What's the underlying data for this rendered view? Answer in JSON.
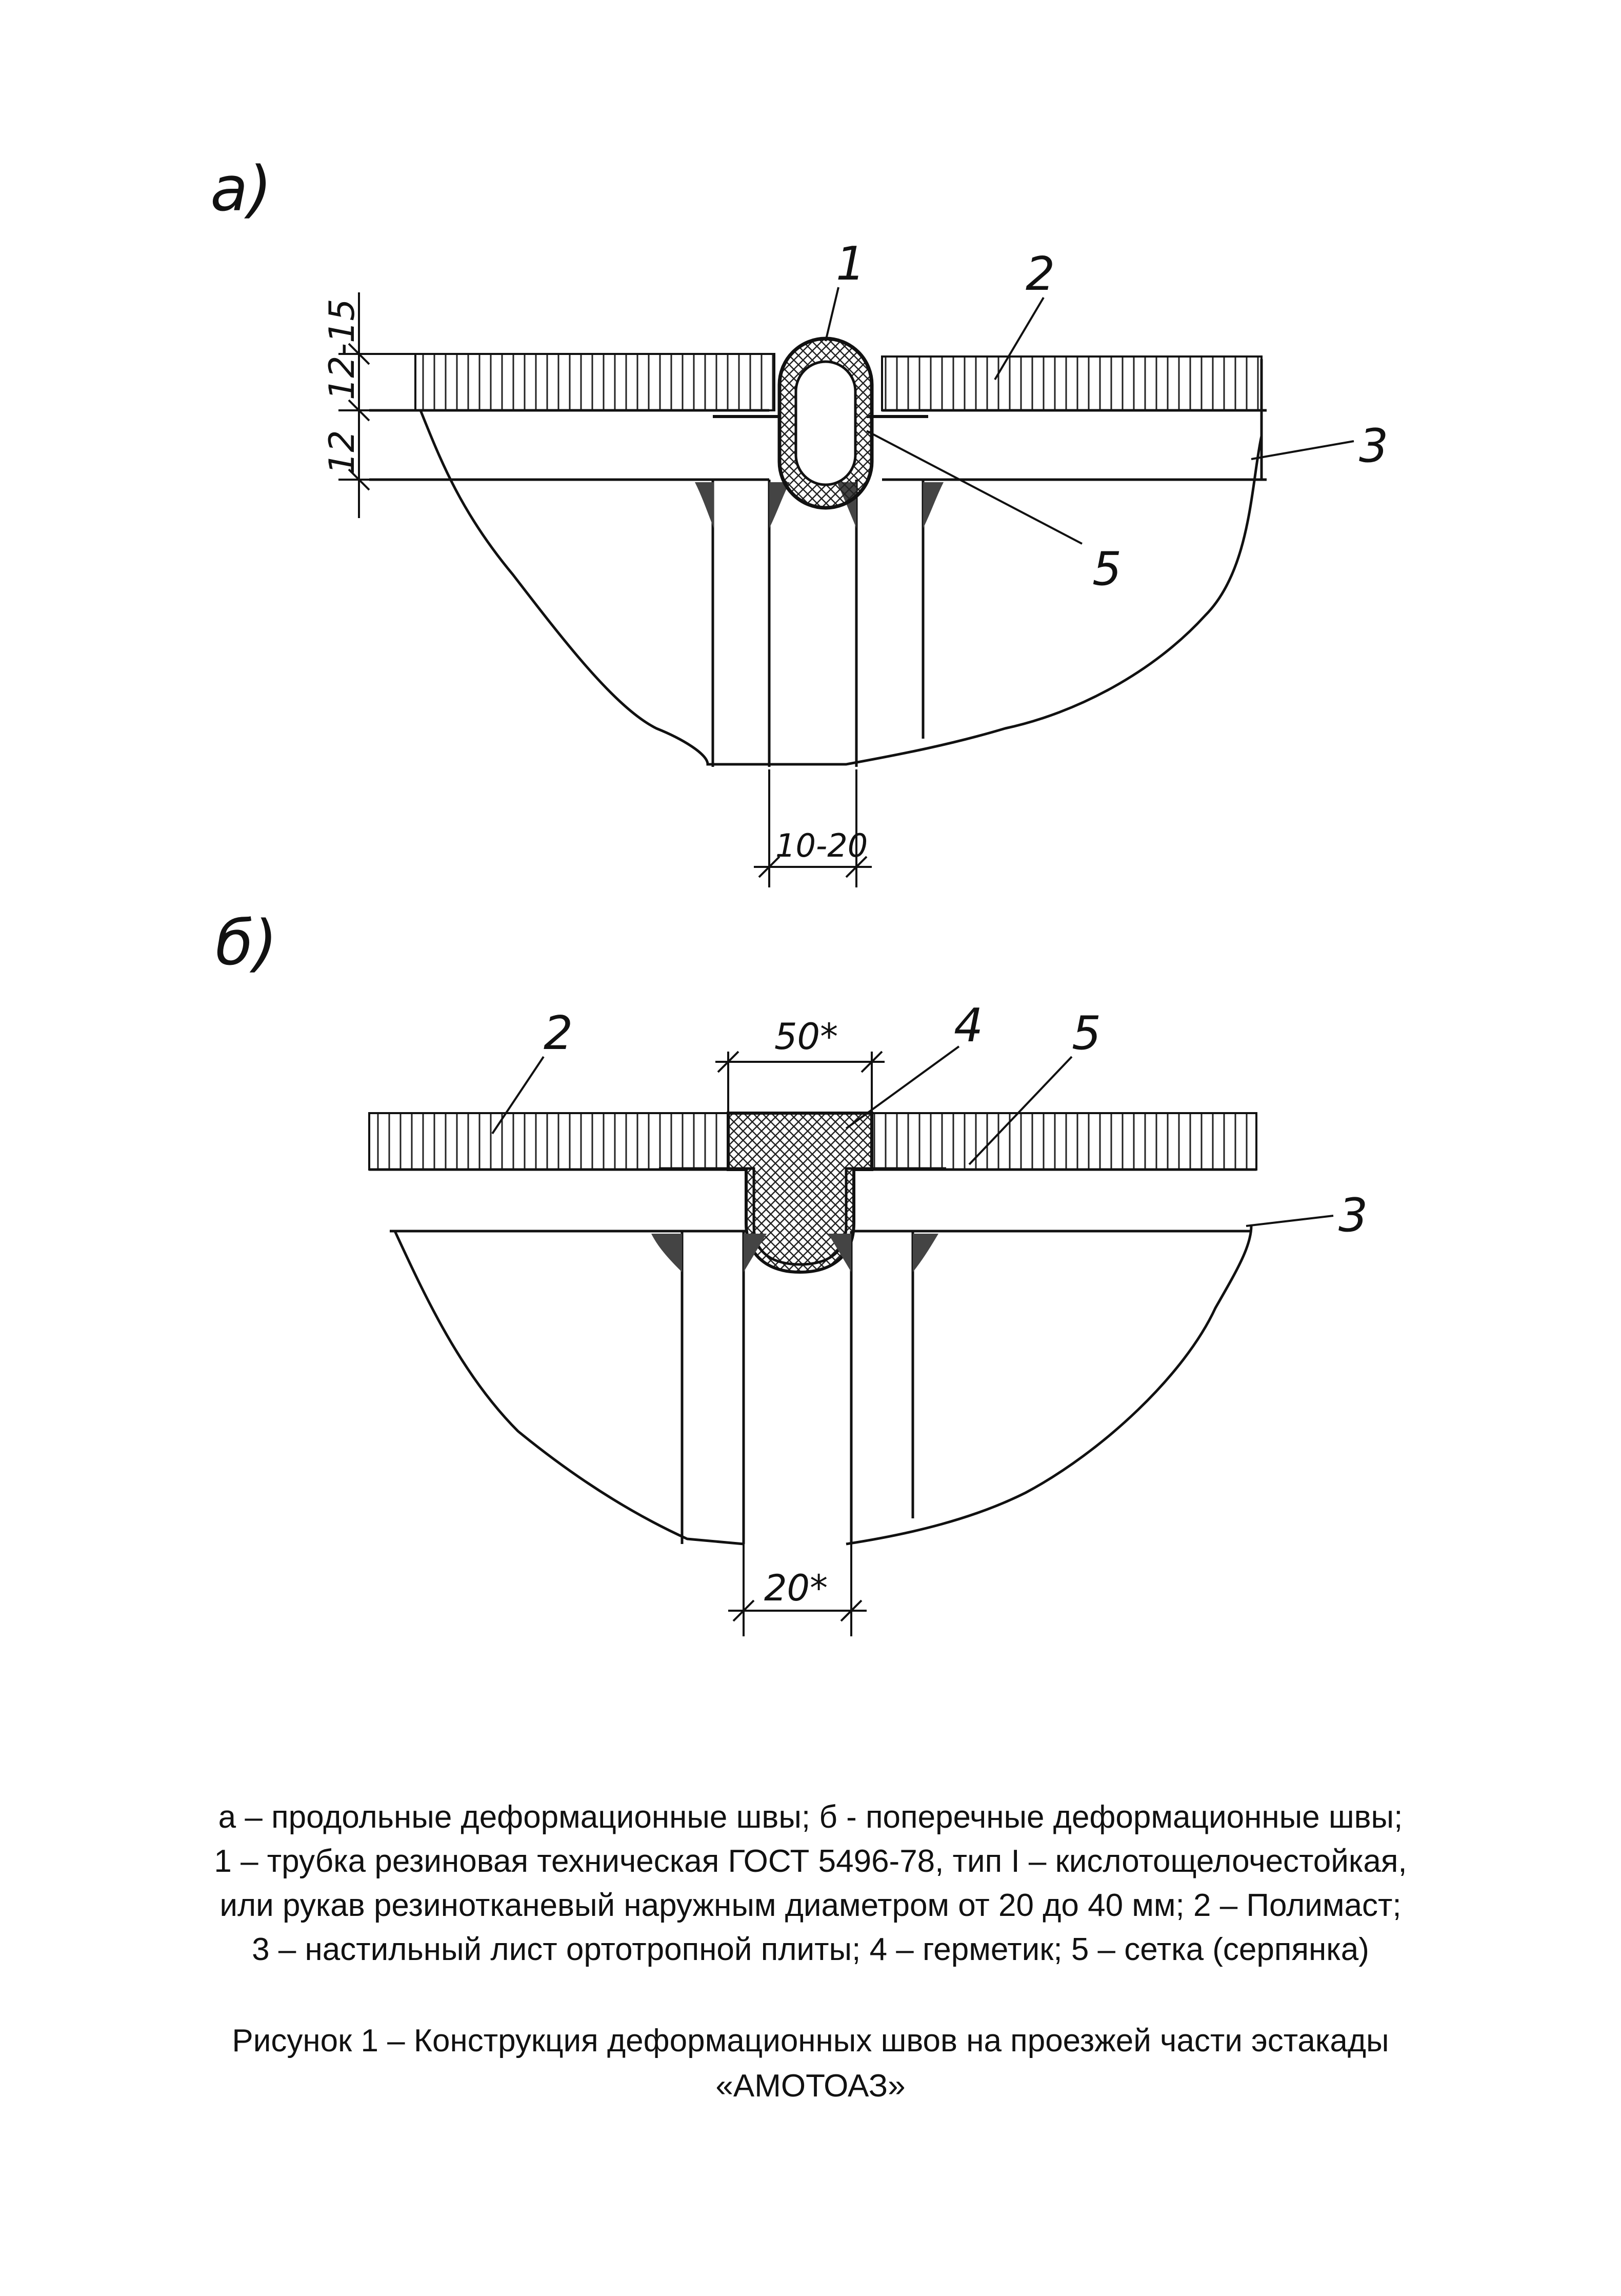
{
  "figure_a": {
    "label": "а)",
    "callouts": [
      "1",
      "2",
      "3",
      "5"
    ],
    "dims": [
      "12-15",
      "12",
      "10-20"
    ]
  },
  "figure_b": {
    "label": "б)",
    "callouts": [
      "2",
      "4",
      "5",
      "3"
    ],
    "dims": [
      "50*",
      "20*"
    ]
  },
  "legend": [
    "а – продольные деформационные швы; б - поперечные деформационные швы;",
    "1 – трубка резиновая техническая ГОСТ 5496-78, тип I – кислотощелочестойкая,",
    "или рукав резинотканевый наружным диаметром от 20 до 40 мм; 2 – Полимаст;",
    "3 – настильный лист ортотропной плиты; 4 – герметик; 5 – сетка (серпянка)"
  ],
  "caption": [
    "Рисунок 1 – Конструкция деформационных швов на проезжей части эстакады",
    "«АМОТОАЗ»"
  ]
}
